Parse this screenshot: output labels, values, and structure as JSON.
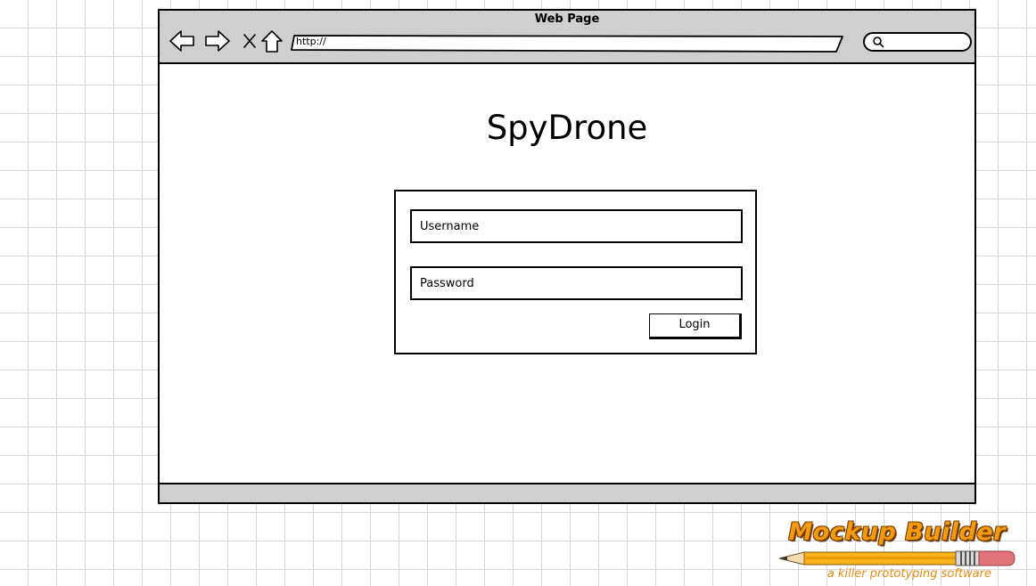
{
  "window": {
    "title": "Web Page",
    "url": "http://",
    "search_value": ""
  },
  "nav": {
    "back_icon": "arrow-left-icon",
    "forward_icon": "arrow-right-icon",
    "stop_icon": "close-icon",
    "home_icon": "home-icon",
    "search_icon": "search-icon"
  },
  "page": {
    "title": "SpyDrone"
  },
  "login_form": {
    "username_placeholder": "Username",
    "password_placeholder": "Password",
    "login_label": "Login"
  },
  "branding": {
    "logo_text": "Mockup Builder",
    "tagline": "a killer prototyping software"
  },
  "colors": {
    "chrome_gray": "#cfcfcf",
    "grid_line": "#d6d6d6",
    "logo_orange": "#f39a10"
  }
}
